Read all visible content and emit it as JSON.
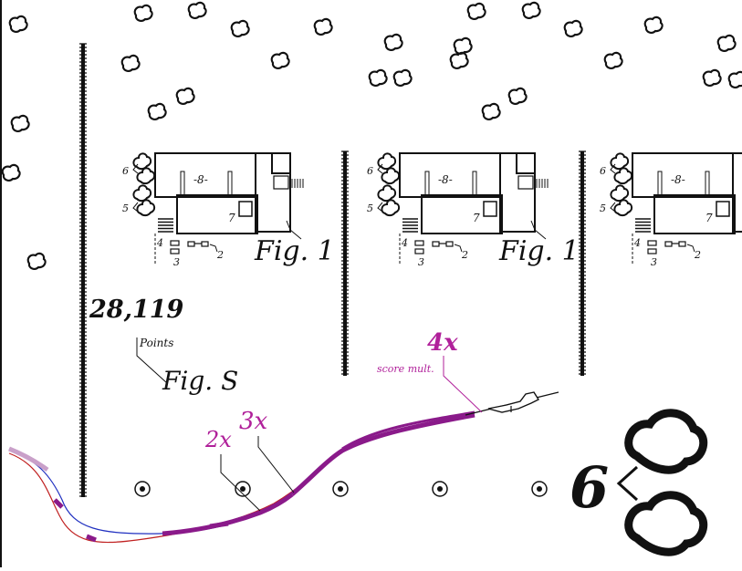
{
  "hud": {
    "score_value": "28,119",
    "score_unit": "Points",
    "score_fig": "Fig. S",
    "multiplier_value": "4x",
    "multiplier_caption": "score mult.",
    "trail_mark_2x": "2x",
    "trail_mark_3x": "3x"
  },
  "building_labels": {
    "fig": "Fig. 1",
    "n2": "2",
    "n3": "3",
    "n4": "4",
    "n5": "5",
    "n6": "6",
    "n7": "7",
    "n8": "-8-"
  },
  "legend_big_number": "6",
  "colors": {
    "ink": "#111111",
    "trail_magenta": "#8a1a8a",
    "label_magenta": "#b0209a",
    "path_blue": "#2030c0",
    "path_red": "#c02020"
  },
  "icons": {
    "bush": "cloud-outline-icon",
    "target": "bullseye-icon",
    "player": "needle-ship-icon"
  }
}
